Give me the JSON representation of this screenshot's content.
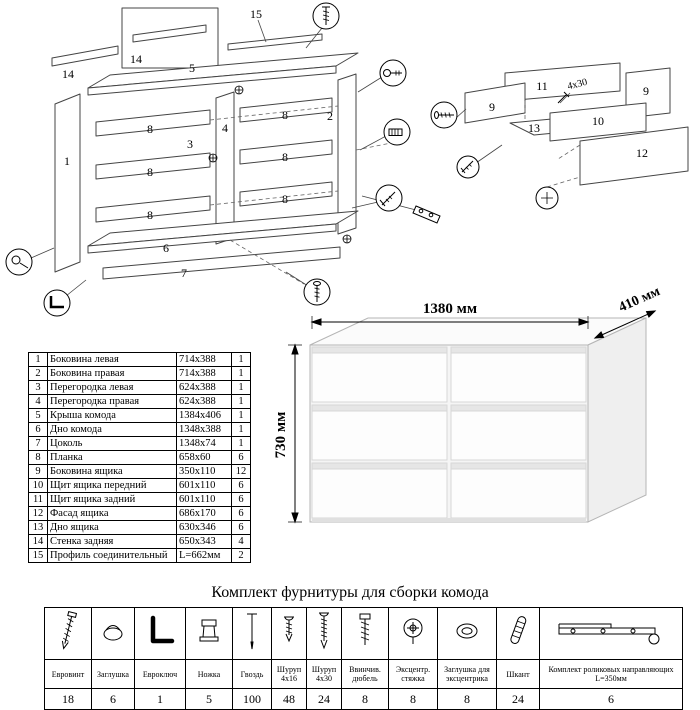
{
  "page": {
    "hardware_title": "Комплект фурнитуры для сборки комода"
  },
  "exploded_view": {
    "callouts": {
      "n1": "1",
      "n2": "2",
      "n3": "3",
      "n4": "4",
      "n5": "5",
      "n6": "6",
      "n7": "7",
      "n8": "8",
      "n14": "14",
      "n15": "15"
    }
  },
  "drawer_view": {
    "callouts": {
      "n9": "9",
      "n10": "10",
      "n11": "11",
      "n12": "12",
      "n13": "13"
    },
    "screw_note": "4x30"
  },
  "dimensioned_drawing": {
    "width": "1380 мм",
    "depth": "410 мм",
    "height": "730 мм"
  },
  "parts_table": {
    "rows": [
      {
        "num": "1",
        "name": "Боковина левая",
        "size": "714x388",
        "qty": "1"
      },
      {
        "num": "2",
        "name": "Боковина правая",
        "size": "714x388",
        "qty": "1"
      },
      {
        "num": "3",
        "name": "Перегородка левая",
        "size": "624x388",
        "qty": "1"
      },
      {
        "num": "4",
        "name": "Перегородка правая",
        "size": "624x388",
        "qty": "1"
      },
      {
        "num": "5",
        "name": "Крыша комода",
        "size": "1384x406",
        "qty": "1"
      },
      {
        "num": "6",
        "name": "Дно комода",
        "size": "1348x388",
        "qty": "1"
      },
      {
        "num": "7",
        "name": "Цоколь",
        "size": "1348x74",
        "qty": "1"
      },
      {
        "num": "8",
        "name": "Планка",
        "size": "658x60",
        "qty": "6"
      },
      {
        "num": "9",
        "name": "Боковина ящика",
        "size": "350x110",
        "qty": "12"
      },
      {
        "num": "10",
        "name": "Щит ящика передний",
        "size": "601x110",
        "qty": "6"
      },
      {
        "num": "11",
        "name": "Щит ящика задний",
        "size": "601x110",
        "qty": "6"
      },
      {
        "num": "12",
        "name": "Фасад ящика",
        "size": "686x170",
        "qty": "6"
      },
      {
        "num": "13",
        "name": "Дно ящика",
        "size": "630x346",
        "qty": "6"
      },
      {
        "num": "14",
        "name": "Стенка задняя",
        "size": "650x343",
        "qty": "4"
      },
      {
        "num": "15",
        "name": "Профиль соединительный",
        "size": "L=662мм",
        "qty": "2"
      }
    ]
  },
  "hardware_table": {
    "items": [
      {
        "name": "Евровинт",
        "qty": "18",
        "icon": "euro-screw"
      },
      {
        "name": "Заглушка",
        "qty": "6",
        "icon": "plug"
      },
      {
        "name": "Евроключ",
        "qty": "1",
        "icon": "hex-key"
      },
      {
        "name": "Ножка",
        "qty": "5",
        "icon": "leg"
      },
      {
        "name": "Гвоздь",
        "qty": "100",
        "icon": "nail"
      },
      {
        "name": "Шуруп 4x16",
        "qty": "48",
        "icon": "screw-short"
      },
      {
        "name": "Шуруп 4x30",
        "qty": "24",
        "icon": "screw-long"
      },
      {
        "name": "Ввинчив. дюбель",
        "qty": "8",
        "icon": "screw-dowel"
      },
      {
        "name": "Эксцентр. стяжка",
        "qty": "8",
        "icon": "cam-lock"
      },
      {
        "name": "Заглушка для эксцентрика",
        "qty": "8",
        "icon": "cam-cover"
      },
      {
        "name": "Шкант",
        "qty": "24",
        "icon": "wood-dowel"
      },
      {
        "name": "Комплект роликовых направляющих L=350мм",
        "qty": "6",
        "icon": "roller-rail"
      }
    ]
  }
}
